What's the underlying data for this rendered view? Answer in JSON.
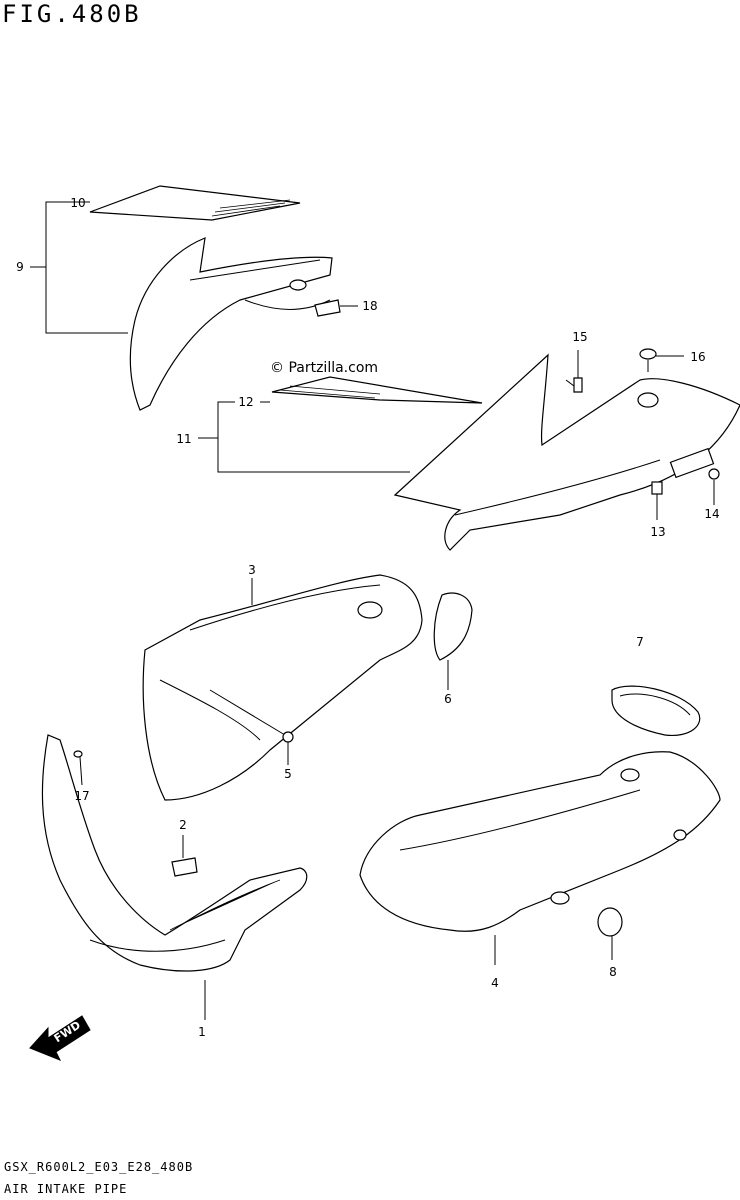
{
  "figure": {
    "title": "FIG.480B",
    "footer_code": "GSX_R600L2_E03_E28_480B",
    "footer_name": "AIR INTAKE PIPE",
    "watermark": "© Partzilla.com",
    "fwd_label": "FWD"
  },
  "callouts": [
    {
      "id": "c1",
      "text": "1"
    },
    {
      "id": "c2",
      "text": "2"
    },
    {
      "id": "c3",
      "text": "3"
    },
    {
      "id": "c4",
      "text": "4"
    },
    {
      "id": "c5",
      "text": "5"
    },
    {
      "id": "c6",
      "text": "6"
    },
    {
      "id": "c7",
      "text": "7"
    },
    {
      "id": "c8",
      "text": "8"
    },
    {
      "id": "c9",
      "text": "9"
    },
    {
      "id": "c10",
      "text": "10"
    },
    {
      "id": "c11",
      "text": "11"
    },
    {
      "id": "c12",
      "text": "12"
    },
    {
      "id": "c13",
      "text": "13"
    },
    {
      "id": "c14",
      "text": "14"
    },
    {
      "id": "c15",
      "text": "15"
    },
    {
      "id": "c16",
      "text": "16"
    },
    {
      "id": "c17",
      "text": "17"
    },
    {
      "id": "c18",
      "text": "18"
    }
  ]
}
